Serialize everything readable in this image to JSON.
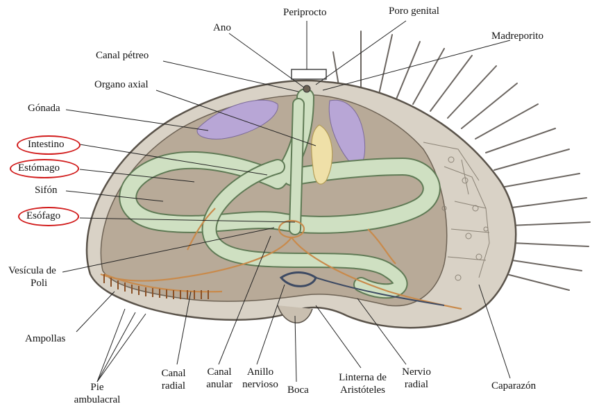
{
  "labels": {
    "periprocto": "Periprocto",
    "poro_genital": "Poro genital",
    "ano": "Ano",
    "madreporito": "Madreporito",
    "canal_petreo": "Canal pétreo",
    "organo_axial": "Organo axial",
    "gonada": "Gónada",
    "intestino": "Intestino",
    "estomago": "Estómago",
    "sifon": "Sifón",
    "esofago": "Esófago",
    "vesicula_1": "Vesícula de",
    "vesicula_2": "Poli",
    "ampollas": "Ampollas",
    "pie_1": "Pie",
    "pie_2": "ambulacral",
    "canal_radial_1": "Canal",
    "canal_radial_2": "radial",
    "canal_anular_1": "Canal",
    "canal_anular_2": "anular",
    "anillo_1": "Anillo",
    "anillo_2": "nervioso",
    "boca": "Boca",
    "linterna_1": "Linterna de",
    "linterna_2": "Aristóteles",
    "nervio_1": "Nervio",
    "nervio_2": "radial",
    "caparazon": "Caparazón"
  },
  "highlight_color": "#d11a1a",
  "colors": {
    "shell_fill": "#d9d2c6",
    "interior": "#b8aa98",
    "gut": "#cfe0c2",
    "gut_edge": "#5f7a55",
    "gonad": "#b8a6d6",
    "axial_organ": "#efe0a8",
    "vessels": "#c98a4b",
    "nerve": "#3d4a63"
  }
}
